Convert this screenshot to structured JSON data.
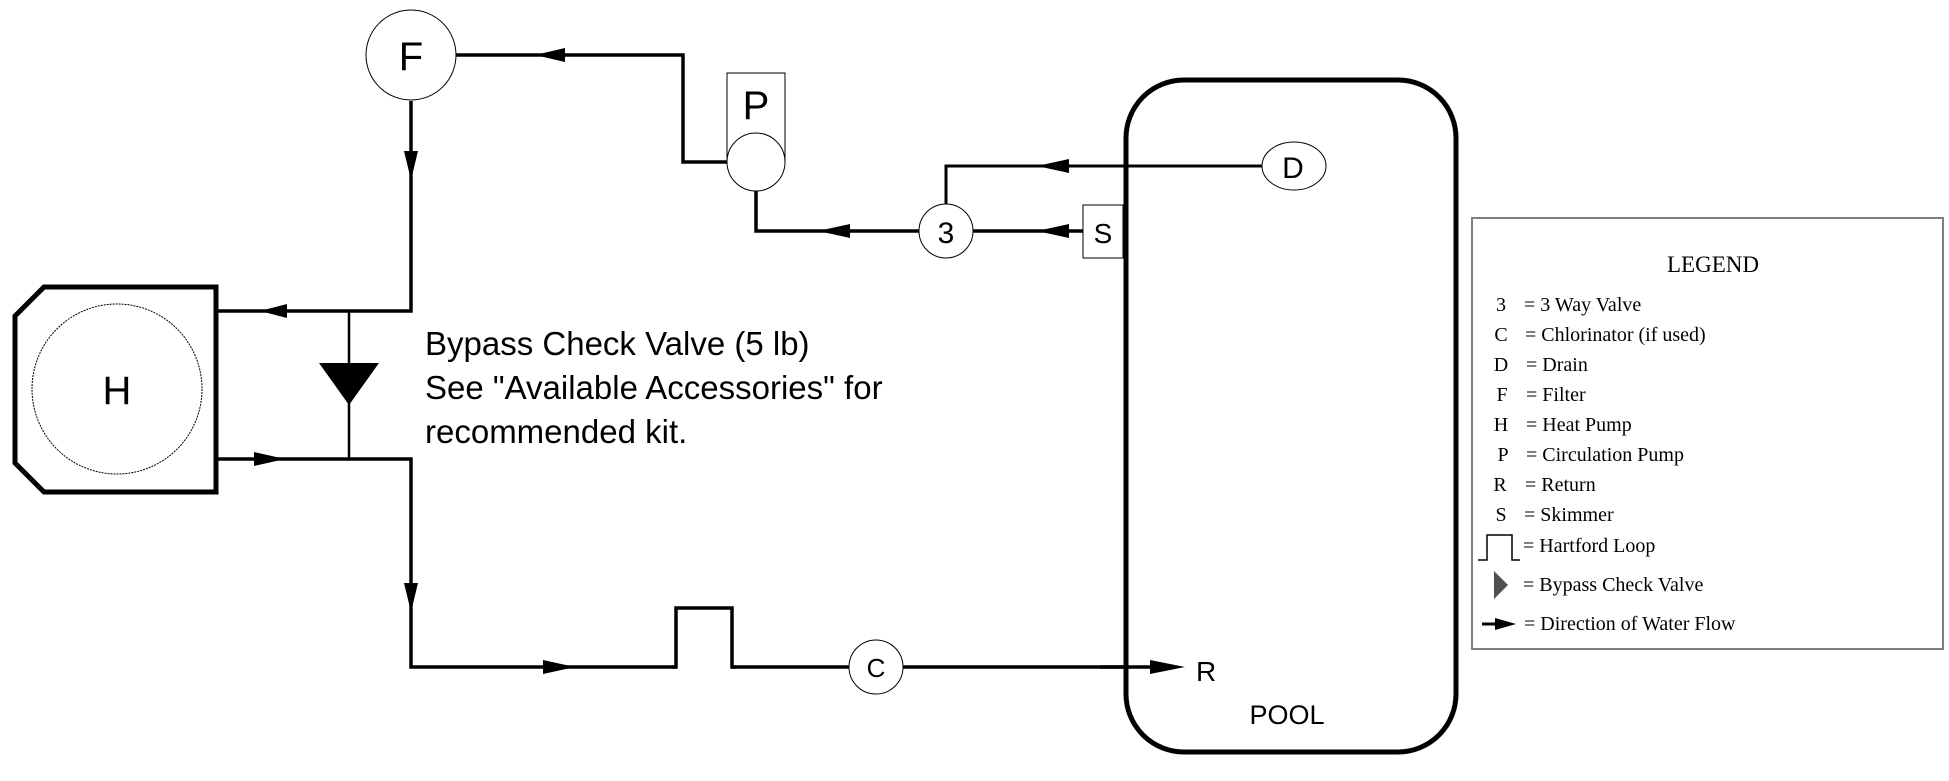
{
  "components": {
    "filter": "F",
    "pump": "P",
    "three_way_valve": "3",
    "skimmer": "S",
    "drain": "D",
    "heat_pump": "H",
    "chlorinator": "C",
    "return": "R",
    "pool": "POOL"
  },
  "note": {
    "line1": "Bypass Check Valve (5 lb)",
    "line2": "See \"Available Accessories\" for",
    "line3": "recommended kit."
  },
  "legend": {
    "title": "LEGEND",
    "items": [
      {
        "symbol": "3",
        "text": "= 3 Way Valve"
      },
      {
        "symbol": "C",
        "text": "= Chlorinator (if used)"
      },
      {
        "symbol": "D",
        "text": "= Drain"
      },
      {
        "symbol": "F",
        "text": "= Filter"
      },
      {
        "symbol": "H",
        "text": "= Heat Pump"
      },
      {
        "symbol": "P",
        "text": "= Circulation Pump"
      },
      {
        "symbol": "R",
        "text": "= Return"
      },
      {
        "symbol": "S",
        "text": "= Skimmer"
      },
      {
        "symbol": "hartford-loop",
        "text": "= Hartford Loop"
      },
      {
        "symbol": "bypass-check-valve",
        "text": "= Bypass Check Valve"
      },
      {
        "symbol": "flow-arrow",
        "text": "= Direction of Water Flow"
      }
    ]
  },
  "colors": {
    "line": "#000000",
    "legend_border": "#808080",
    "check_valve_legend": "#505050"
  }
}
